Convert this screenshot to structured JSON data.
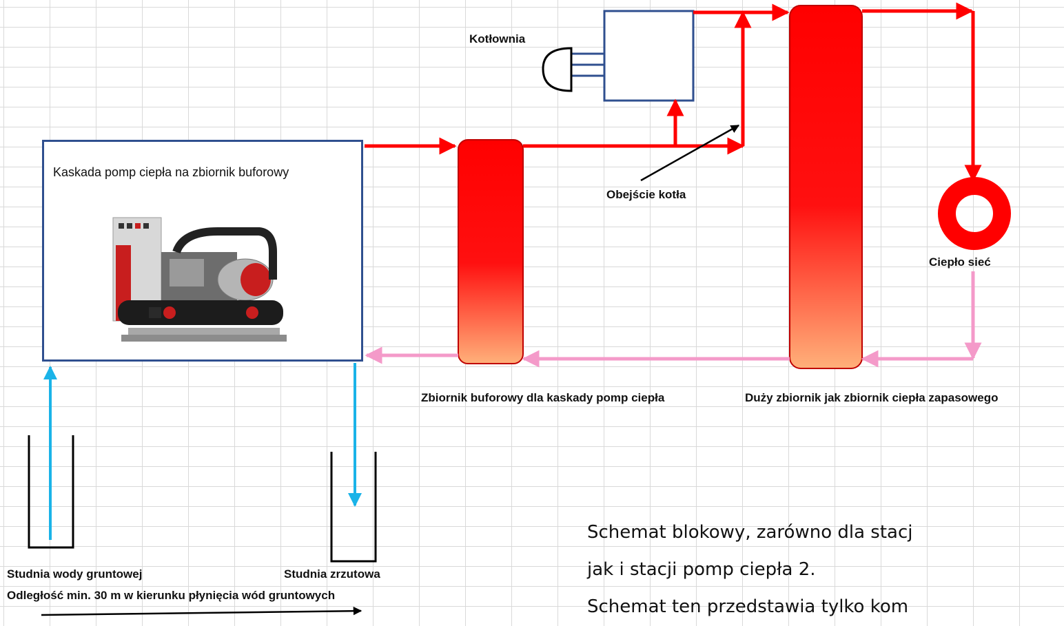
{
  "diagram": {
    "labels": {
      "boiler_room": "Kotłownia",
      "cascade": "Kaskada pomp ciepła na zbiornik buforowy",
      "boiler_bypass": "Obejście kotła",
      "heat_network": "Ciepło sieć",
      "buffer_tank": "Zbiornik buforowy dla kaskady pomp ciepła",
      "large_tank": "Duży zbiornik jak zbiornik ciepła zapasowego",
      "groundwater_well": "Studnia wody gruntowej",
      "discharge_well": "Studnia zrzutowa",
      "distance_note": "Odległość min. 30 m w kierunku płynięcia wód gruntowych"
    },
    "note_lines": [
      "Schemat blokowy, zarówno dla stacj",
      " jak i stacji pomp ciepła 2.",
      "Schemat ten przedstawia tylko kom"
    ],
    "colors": {
      "hot_line": "#ff0000",
      "return_line": "#f49ac9",
      "groundwater_line": "#1ab3e8",
      "box_border": "#2f4f8f",
      "grid": "#d9d9d9"
    }
  }
}
